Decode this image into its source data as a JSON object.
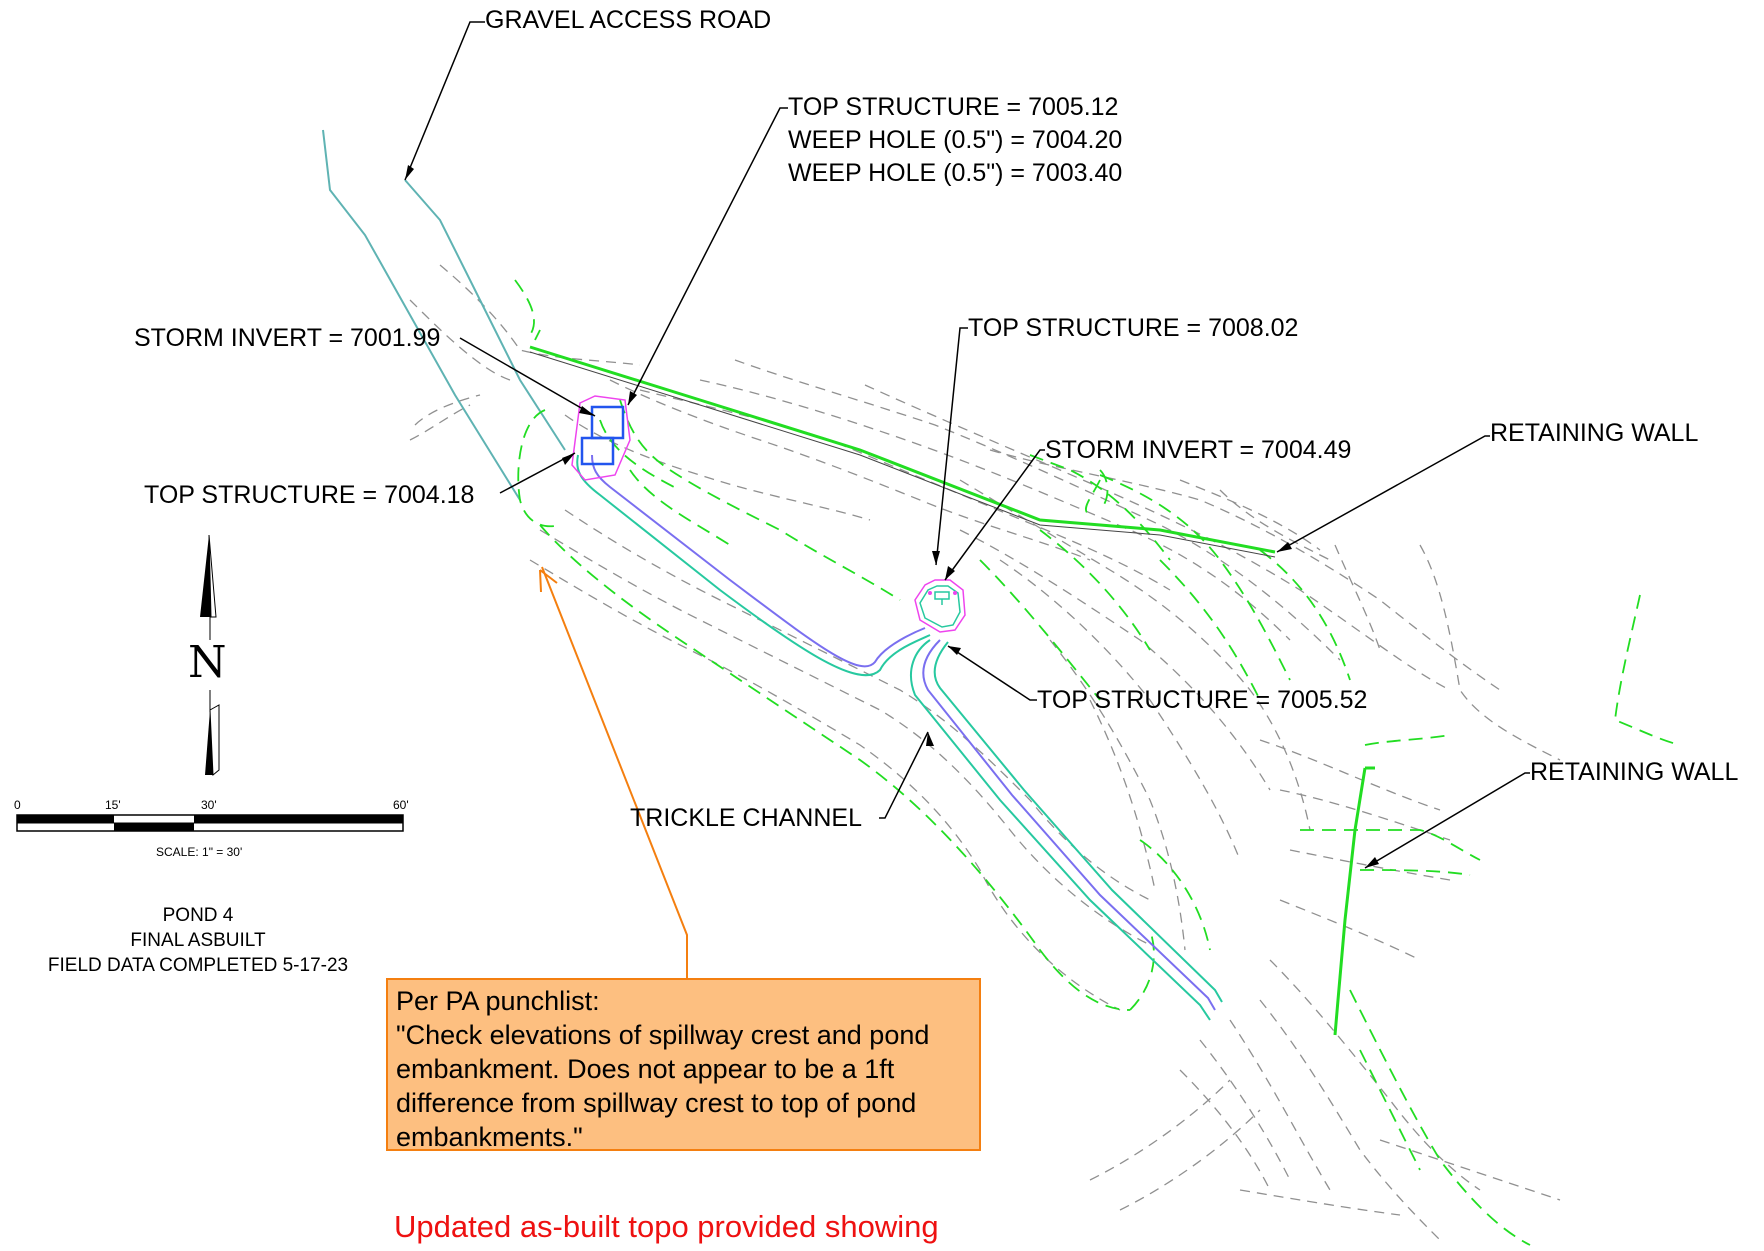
{
  "labels": {
    "gravel_access_road": "GRAVEL ACCESS ROAD",
    "top_structure_nw": "TOP STRUCTURE = 7005.12",
    "weep_hole_1": "WEEP HOLE (0.5\") = 7004.20",
    "weep_hole_2": "WEEP HOLE (0.5\") = 7003.40",
    "storm_invert_w": "STORM INVERT = 7001.99",
    "top_structure_center": "TOP STRUCTURE = 7008.02",
    "storm_invert_center": "STORM INVERT = 7004.49",
    "retaining_wall_upper": "RETAINING WALL",
    "top_structure_w": "TOP STRUCTURE = 7004.18",
    "top_structure_se": "TOP STRUCTURE = 7005.52",
    "retaining_wall_lower": "RETAINING WALL",
    "trickle_channel": "TRICKLE CHANNEL"
  },
  "north_arrow": {
    "letter": "N"
  },
  "scale_bar": {
    "ticks": [
      "0",
      "15'",
      "30'",
      "60'"
    ],
    "scale_text": "SCALE:  1\" = 30'"
  },
  "title_block": {
    "line1": "POND 4",
    "line2": "FINAL ASBUILT",
    "line3": "FIELD DATA COMPLETED 5-17-23"
  },
  "punchlist": {
    "line1": "Per PA punchlist:",
    "line2": "\"Check elevations of spillway crest and pond",
    "line3": "embankment. Does not appear to be a 1ft",
    "line4": "difference from spillway crest to top of pond",
    "line5": "embankments.\""
  },
  "response_note": "Updated as-built topo provided showing",
  "colors": {
    "road": "#5fb3b3",
    "proposed_contour": "#22dd22",
    "existing_contour": "#909090",
    "retaining_wall": "#22dd22",
    "channel_outer": "#27c9a0",
    "channel_inner": "#7a6ff0",
    "structure": "#2255ee",
    "structure_outline": "#ee44ee",
    "leader": "#000000",
    "punch_fill": "#fdbf80",
    "punch_border": "#f47f10",
    "response_text": "#ee1111"
  }
}
